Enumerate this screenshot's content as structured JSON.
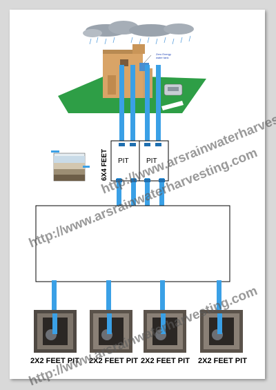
{
  "diagram": {
    "main_pit_size_label": "6X4 FEET",
    "main_pit_cells": [
      "PIT",
      "PIT"
    ],
    "tank_label_line1": "Zero Energy",
    "tank_label_line2": "water tank",
    "small_pit_labels": [
      "2X2 FEET PIT",
      "2X2 FEET PIT",
      "2X2 FEET PIT",
      "2X2 FEET PIT"
    ],
    "watermark_text": "http://www.arsrainwaterharvesting.com",
    "colors": {
      "pipe": "#3aa0e6",
      "lawn": "#2e9e46",
      "house_wall": "#d9a467",
      "cloud": "#9aa3ad",
      "rain": "#5aa0dc"
    }
  }
}
